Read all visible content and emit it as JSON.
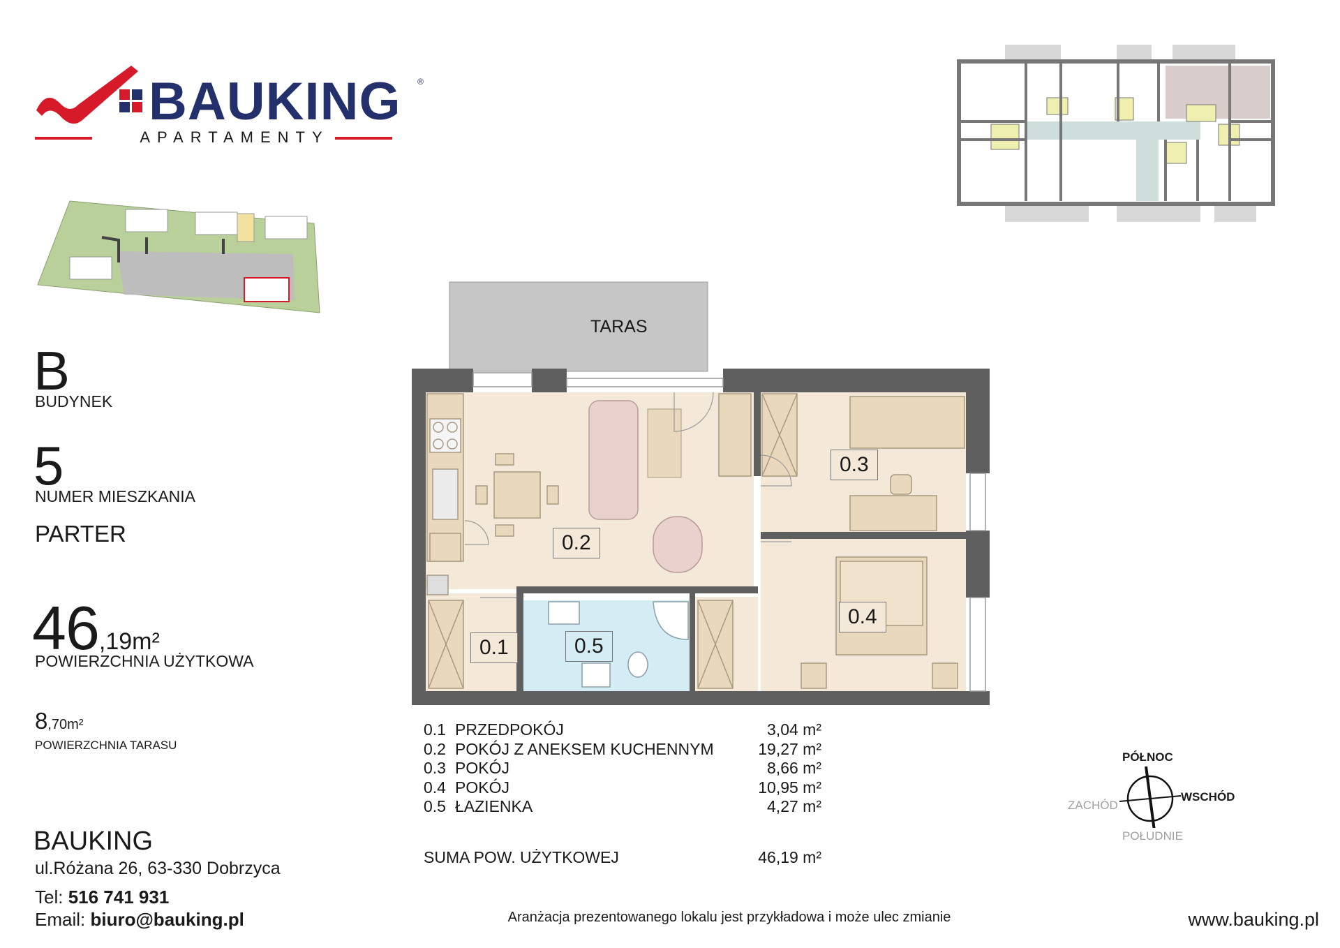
{
  "logo": {
    "brand": "BAUKING",
    "registered": "®",
    "subtitle": "APARTAMENTY",
    "colors": {
      "brand": "#24306b",
      "accent": "#d61a2a"
    }
  },
  "building": {
    "letter": "B",
    "label": "BUDYNEK"
  },
  "apartment": {
    "number": "5",
    "label": "NUMER MIESZKANIA"
  },
  "floor": "PARTER",
  "usable_area": {
    "whole": "46",
    "decimal": ",19m²",
    "label": "POWIERZCHNIA UŻYTKOWA"
  },
  "terrace_area": {
    "whole": "8",
    "decimal": ",70m²",
    "label": "POWIERZCHNIA TARASU"
  },
  "company": {
    "name": "BAUKING",
    "address": "ul.Różana 26, 63-330 Dobrzyca",
    "tel_label": "Tel: ",
    "tel": "516 741 931",
    "email_label": "Email: ",
    "email": "biuro@bauking.pl"
  },
  "plan": {
    "terrace": "TARAS",
    "tags": {
      "r1": "0.1",
      "r2": "0.2",
      "r3": "0.3",
      "r4": "0.4",
      "r5": "0.5"
    }
  },
  "rooms": [
    {
      "id": "0.1",
      "name": "PRZEDPOKÓJ",
      "area": "3,04 m²"
    },
    {
      "id": "0.2",
      "name": "POKÓJ Z ANEKSEM KUCHENNYM",
      "area": "19,27 m²"
    },
    {
      "id": "0.3",
      "name": "POKÓJ",
      "area": "8,66 m²"
    },
    {
      "id": "0.4",
      "name": "POKÓJ",
      "area": "10,95 m²"
    },
    {
      "id": "0.5",
      "name": "ŁAZIENKA",
      "area": "4,27 m²"
    }
  ],
  "total": {
    "name": "SUMA POW. UŻYTKOWEJ",
    "area": "46,19 m²"
  },
  "compass": {
    "north": "PÓŁNOC",
    "east": "WSCHÓD",
    "west": "ZACHÓD",
    "south": "POŁUDNIE"
  },
  "disclaimer": "Aranżacja prezentowanego lokalu jest przykładowa i może ulec zmianie",
  "website": "www.bauking.pl",
  "colors": {
    "wall": "#5f5f5f",
    "floor": "#f4e9d8",
    "bath": "#d4ecf3",
    "terrace": "#c6c6c6",
    "furniture": "#ead8bc",
    "sofa": "#e9d1ce"
  }
}
